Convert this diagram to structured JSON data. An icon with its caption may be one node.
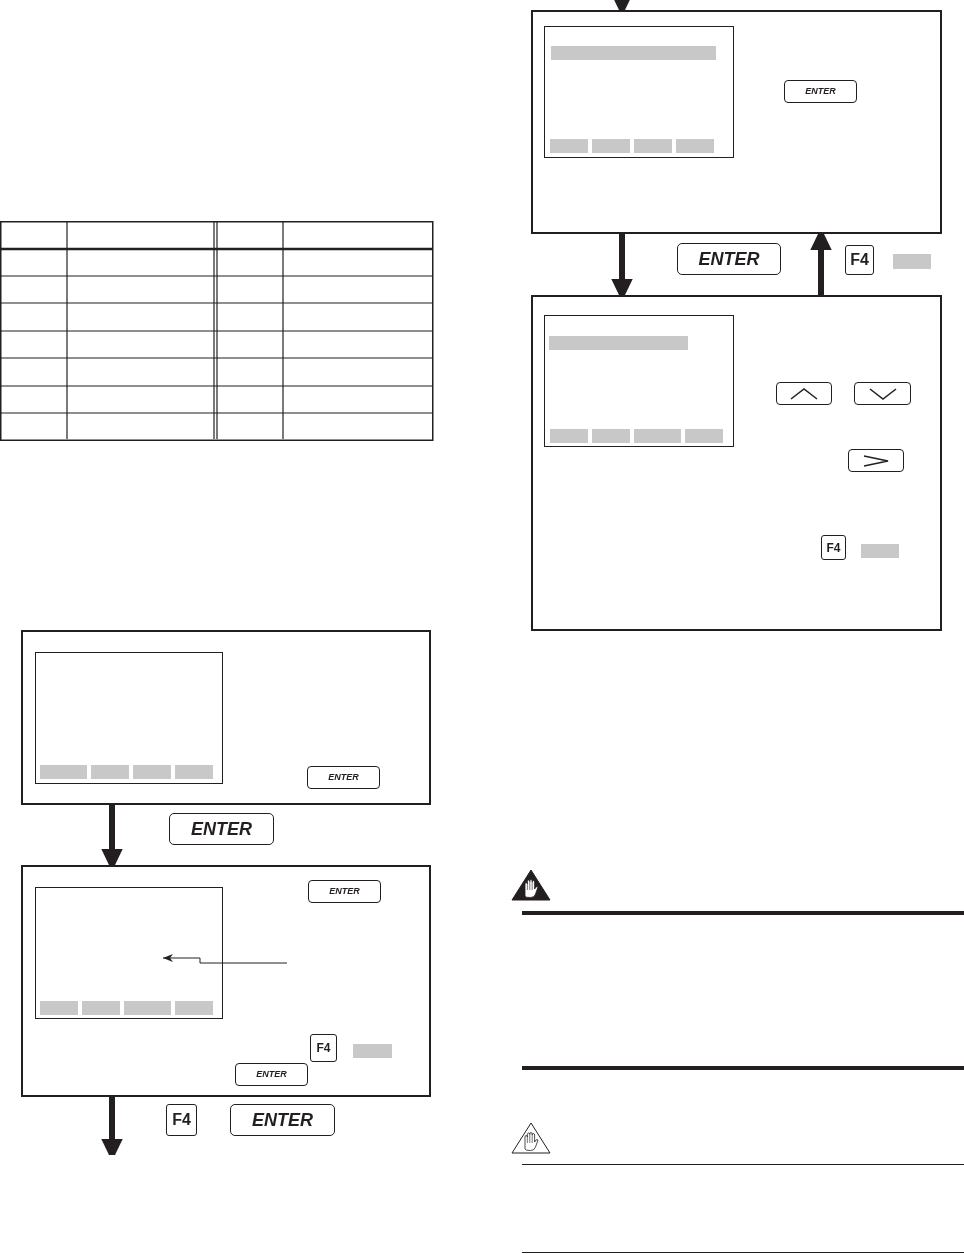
{
  "diagram": {
    "nodes": [
      {
        "text": [],
        "shape": "box"
      },
      {
        "text": [],
        "shape": "box",
        "in": 0
      },
      {
        "text": [
          "ENTER"
        ],
        "in": 0
      },
      {
        "text": [
          "ENTER"
        ]
      },
      {
        "text": [],
        "shape": "box"
      },
      {
        "text": [
          "ENTER"
        ],
        "in": 4
      },
      {
        "text": [],
        "shape": "box",
        "in": 4
      },
      {
        "text": [
          "F4"
        ],
        "in": 4
      },
      {
        "text": [
          "ENTER"
        ],
        "in": 4
      },
      {
        "text": [
          "F4"
        ]
      },
      {
        "text": [
          "ENTER"
        ]
      },
      {
        "text": [],
        "shape": "box"
      },
      {
        "text": [],
        "shape": "box",
        "in": 11
      },
      {
        "text": [
          "ENTER"
        ],
        "in": 11
      },
      {
        "text": [
          "ENTER"
        ]
      },
      {
        "text": [
          "F4"
        ]
      },
      {
        "text": [],
        "shape": "box"
      },
      {
        "text": [],
        "shape": "box",
        "in": 16
      },
      {
        "text": [],
        "shape": "box",
        "in": 16
      },
      {
        "text": [],
        "shape": "box",
        "in": 16
      },
      {
        "text": [],
        "shape": "box",
        "in": 16
      },
      {
        "text": [
          "F4"
        ],
        "in": 16
      }
    ],
    "edges": [
      {
        "from": 0,
        "to": 4,
        "arrow": "to"
      },
      {
        "from": null,
        "to": 6,
        "arrow": "to"
      },
      {
        "from": 4,
        "to": null,
        "arrow": "to"
      },
      {
        "from": null,
        "to": 11,
        "arrow": "to"
      },
      {
        "from": 11,
        "to": 16,
        "arrow": "to"
      },
      {
        "from": 16,
        "to": 11,
        "arrow": "to"
      }
    ]
  }
}
